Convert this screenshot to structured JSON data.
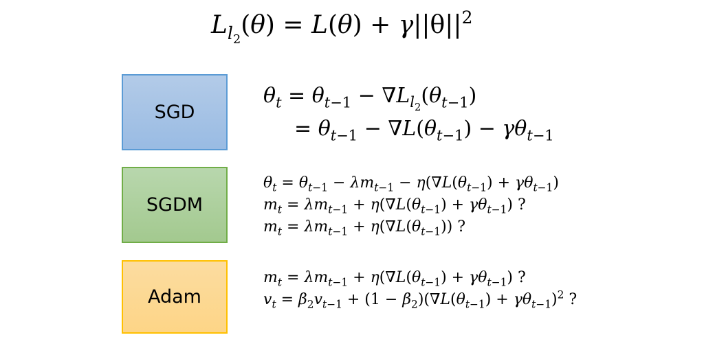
{
  "title_equation": {
    "lhs": "L",
    "lhs_sub": "l",
    "lhs_subsub": "2",
    "rest": "(θ) = L(θ) + γ||θ||",
    "power": "2"
  },
  "optimizers": [
    {
      "label": "SGD",
      "color_fill": "#a6c3e6",
      "color_border": "#5b9bd5",
      "equations": [
        "θt = θt−1 − ∇Ll2(θt−1)",
        "= θt−1 − ∇L(θt−1) − γθt−1"
      ]
    },
    {
      "label": "SGDM",
      "color_fill": "#accf9c",
      "color_border": "#70ad47",
      "equations": [
        "θt = θt−1 − λmt−1 − η(∇L(θt−1) + γθt−1)",
        "mt = λmt−1 + η(∇L(θt−1) + γθt−1) ?",
        "mt = λmt−1 + η(∇L(θt−1)) ?"
      ]
    },
    {
      "label": "Adam",
      "color_fill": "#fdd892",
      "color_border": "#ffc000",
      "equations": [
        "mt = λmt−1 + η(∇L(θt−1) + γθt−1) ?",
        "vt = β2vt−1 + (1 − β2)(∇L(θt−1) + γθt−1)2 ?"
      ]
    }
  ],
  "tokens": {
    "theta": "θ",
    "t": "t",
    "tm1": "t−1",
    "eq": " = ",
    "minus": " − ",
    "plus": " + ",
    "nabla": "∇",
    "L": "L",
    "l": "l",
    "two": "2",
    "gamma": "γ",
    "lambda": "λ",
    "eta": "η",
    "m": "m",
    "v": "v",
    "beta": "β",
    "one": "1",
    "q": " ?",
    "lp": "(",
    "rp": ")"
  }
}
